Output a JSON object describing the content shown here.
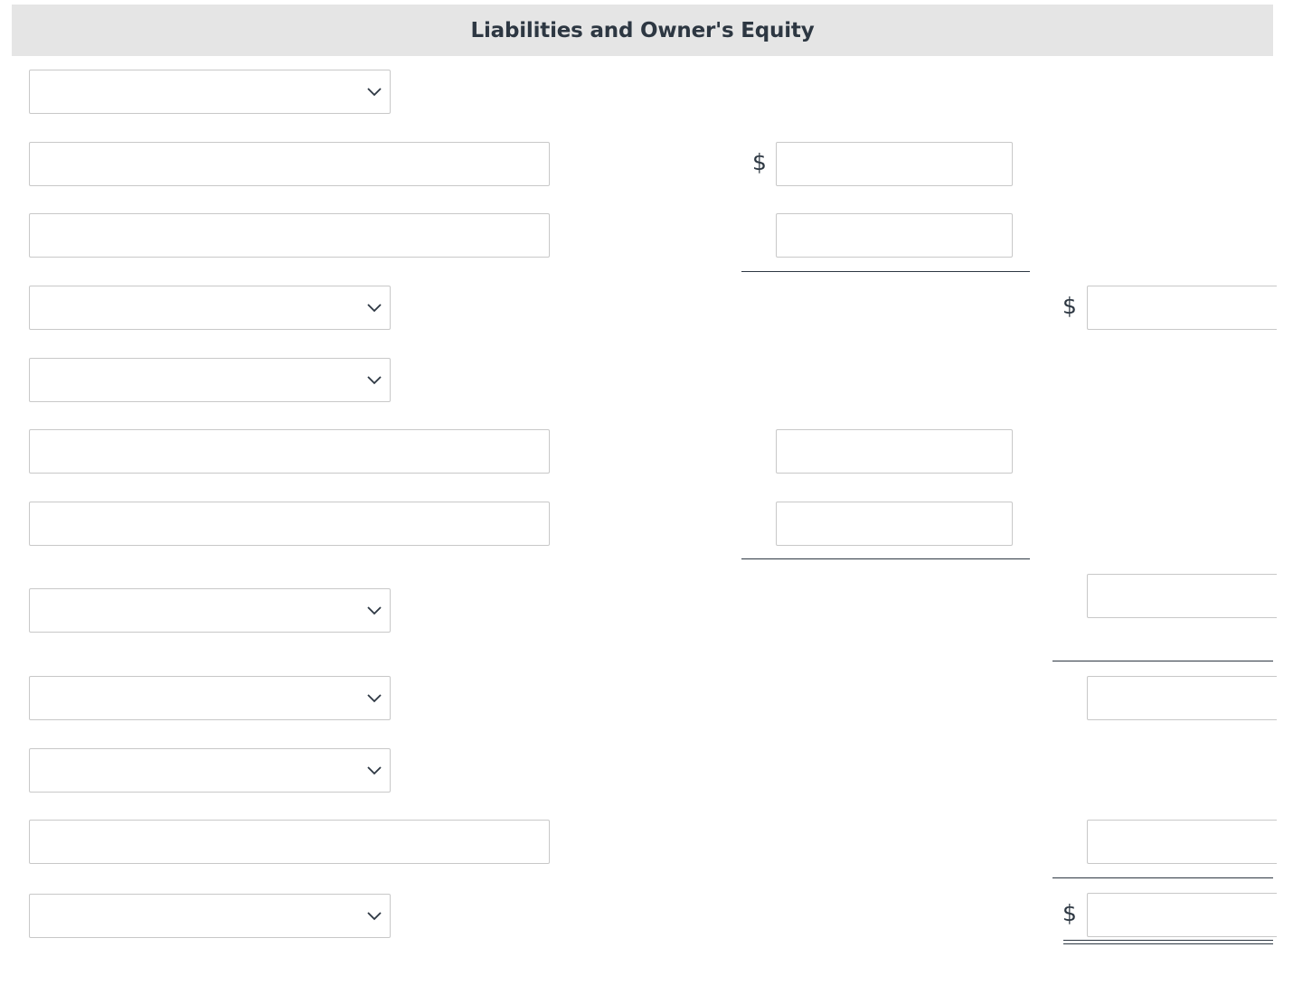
{
  "header": {
    "title": "Liabilities and Owner's Equity"
  },
  "currency_symbol": "$",
  "form": {
    "rows": [
      {
        "kind": "select",
        "value": ""
      },
      {
        "kind": "text",
        "value": ""
      },
      {
        "kind": "text",
        "value": ""
      },
      {
        "kind": "select",
        "value": ""
      },
      {
        "kind": "select",
        "value": ""
      },
      {
        "kind": "text",
        "value": ""
      },
      {
        "kind": "text",
        "value": ""
      },
      {
        "kind": "select",
        "value": ""
      },
      {
        "kind": "select",
        "value": ""
      },
      {
        "kind": "select",
        "value": ""
      },
      {
        "kind": "text",
        "value": ""
      },
      {
        "kind": "select",
        "value": ""
      }
    ],
    "amounts_col1": [
      "",
      "",
      "",
      ""
    ],
    "amounts_col2": [
      "",
      "",
      "",
      "",
      ""
    ]
  },
  "icons": {
    "dropdown": "chevron-down-icon"
  },
  "colors": {
    "header_bg": "#e5e5e5",
    "text": "#2d3742",
    "field_border": "#c8c8c8"
  }
}
